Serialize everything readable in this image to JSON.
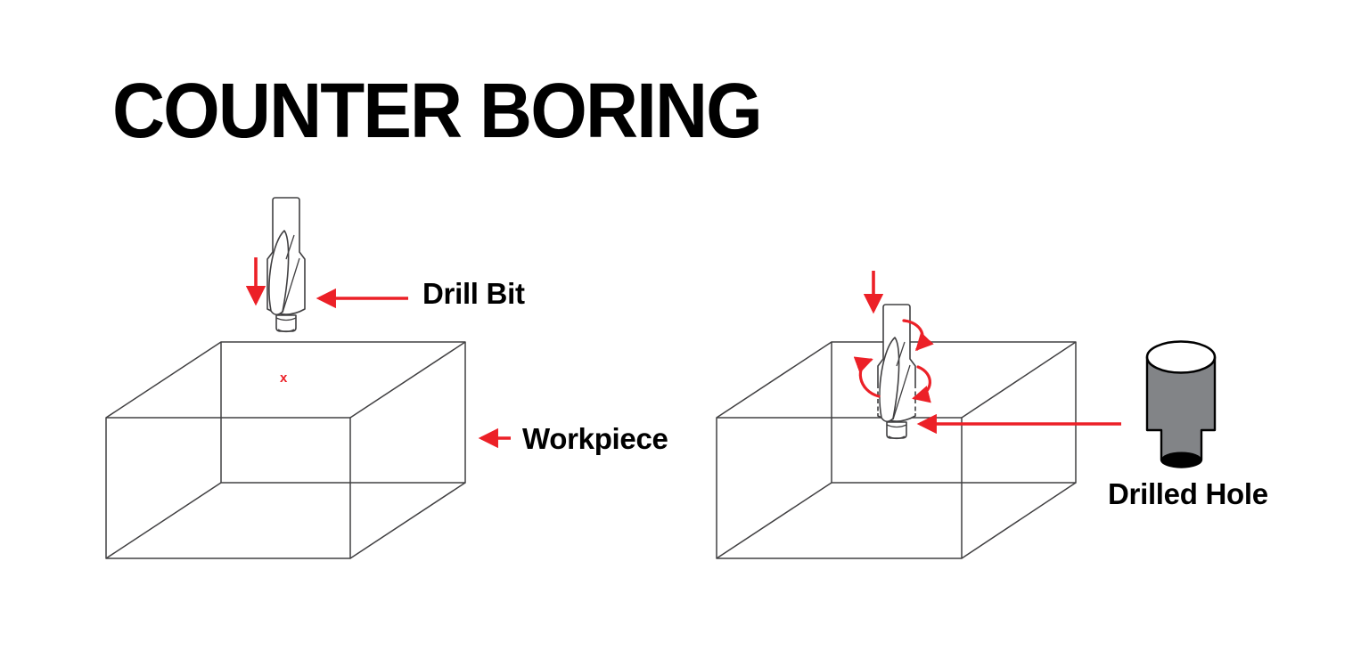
{
  "title": "COUNTER BORING",
  "labels": {
    "drill_bit": "Drill Bit",
    "workpiece": "Workpiece",
    "drilled_hole": "Drilled Hole"
  },
  "marks": {
    "drill_point": "x"
  },
  "icons": {
    "feed_arrow": "down-arrow",
    "pointer_arrow": "left-arrow",
    "rotation_arrow": "curved-rotation-arrow"
  },
  "colors": {
    "accent_red": "#EC2027",
    "line_dark": "#414042",
    "hole_gray": "#828487",
    "text_black": "#000000",
    "background": "#FFFFFF"
  }
}
